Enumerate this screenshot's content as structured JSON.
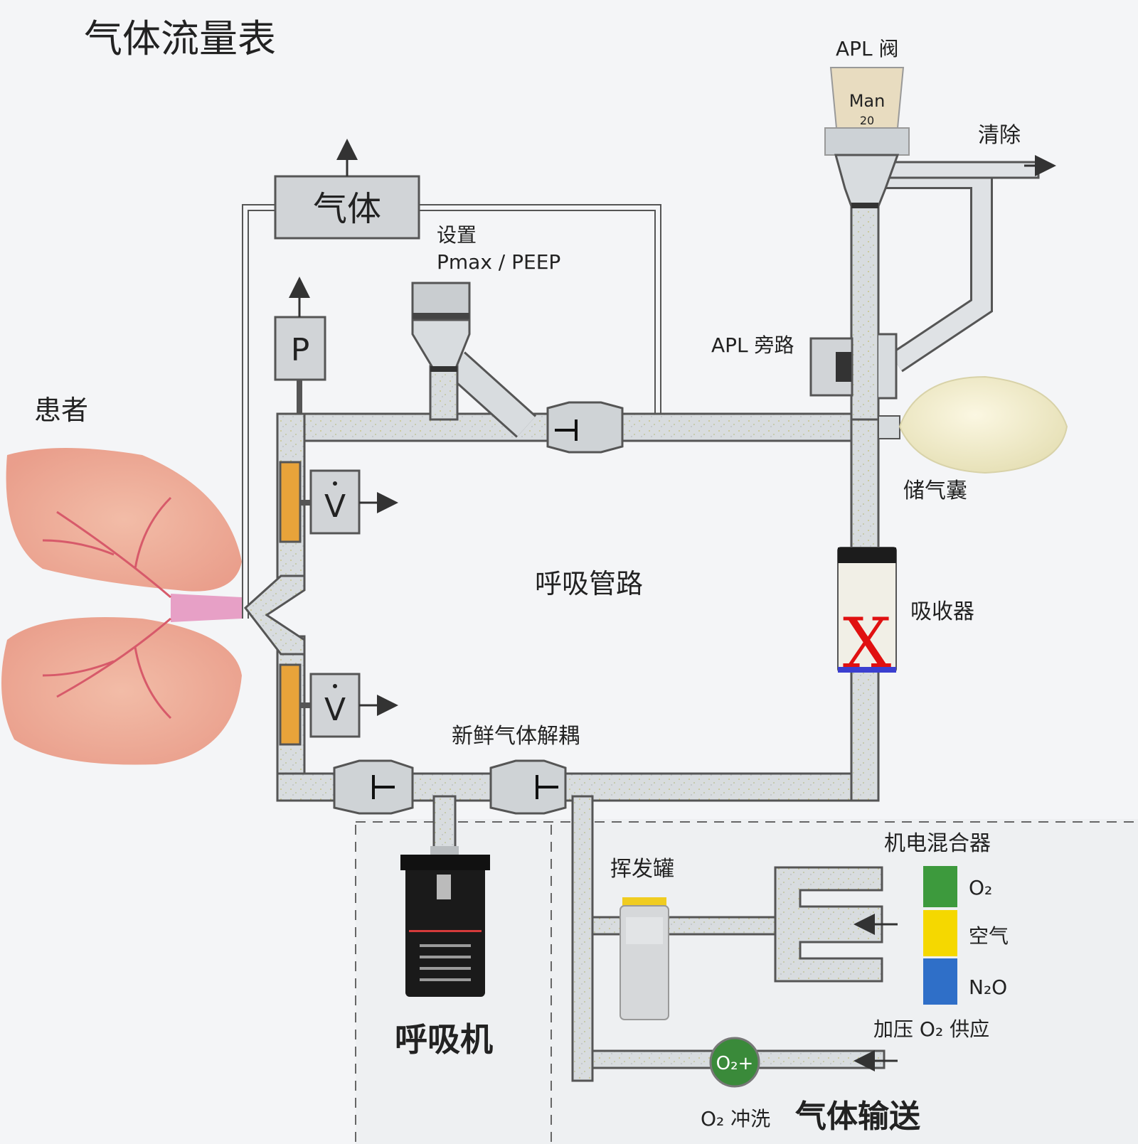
{
  "title": "气体流量表",
  "labels": {
    "apl_valve": "APL 阀",
    "apl_man": "Man",
    "apl_num": "20",
    "scavenge": "清除",
    "gas_box": "气体",
    "settings_1": "设置",
    "settings_2": "Pmax / PEEP",
    "p_box": "P",
    "patient": "患者",
    "v_upper": "V",
    "v_lower": "V",
    "apl_bypass": "APL 旁路",
    "reservoir_bag": "储气囊",
    "breathing_circuit": "呼吸管路",
    "absorber": "吸收器",
    "absorber_mark": "X",
    "fgd": "新鲜气体解耦",
    "vaporizer": "挥发罐",
    "mixer": "机电混合器",
    "gas_o2": "O₂",
    "gas_air": "空气",
    "gas_n2o": "N₂O",
    "o2_supply": "加压 O₂ 供应",
    "o2_flush_button": "O₂+",
    "o2_flush": "O₂ 冲洗",
    "ventilator": "呼吸机",
    "gas_delivery": "气体输送"
  },
  "colors": {
    "title": "#4a90b8",
    "o2": "#3d9a3d",
    "air": "#f5d800",
    "n2o": "#2f6fc8",
    "absorber_x": "#e01010",
    "pipe": "#d4d8dc"
  }
}
